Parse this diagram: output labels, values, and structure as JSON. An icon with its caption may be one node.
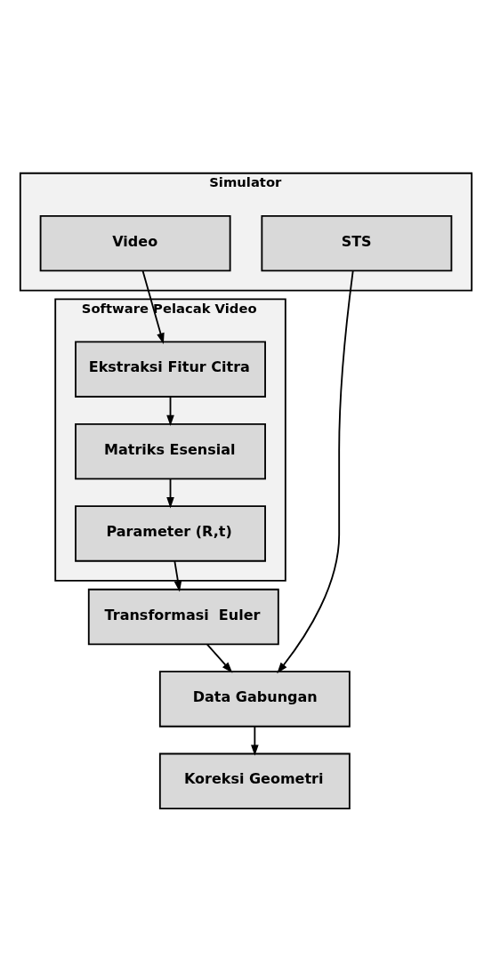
{
  "diagram": {
    "nodes": [
      {
        "text": [
          "Simulator"
        ]
      },
      {
        "text": [
          "Video"
        ],
        "in": 0
      },
      {
        "text": [
          "STS"
        ],
        "in": 0
      },
      {
        "text": [
          "Software Pelacak Video"
        ]
      },
      {
        "text": [
          "Ekstraksi Fitur Citra"
        ],
        "in": 3
      },
      {
        "text": [
          "Matriks Esensial"
        ],
        "in": 3
      },
      {
        "text": [
          "Parameter (R,t)"
        ],
        "in": 3
      },
      {
        "text": [
          "Transformasi  Euler"
        ]
      },
      {
        "text": [
          "Data Gabungan"
        ]
      },
      {
        "text": [
          "Koreksi Geometri"
        ]
      }
    ],
    "edges": [
      {
        "from": 1,
        "to": 4,
        "arrow": "to"
      },
      {
        "from": 4,
        "to": 5,
        "arrow": "to"
      },
      {
        "from": 5,
        "to": 6,
        "arrow": "to"
      },
      {
        "from": 6,
        "to": 7,
        "arrow": "to"
      },
      {
        "from": 7,
        "to": 8,
        "arrow": "to"
      },
      {
        "from": 8,
        "to": 9,
        "arrow": "to"
      },
      {
        "from": 2,
        "to": 8,
        "arrow": "to"
      }
    ]
  }
}
